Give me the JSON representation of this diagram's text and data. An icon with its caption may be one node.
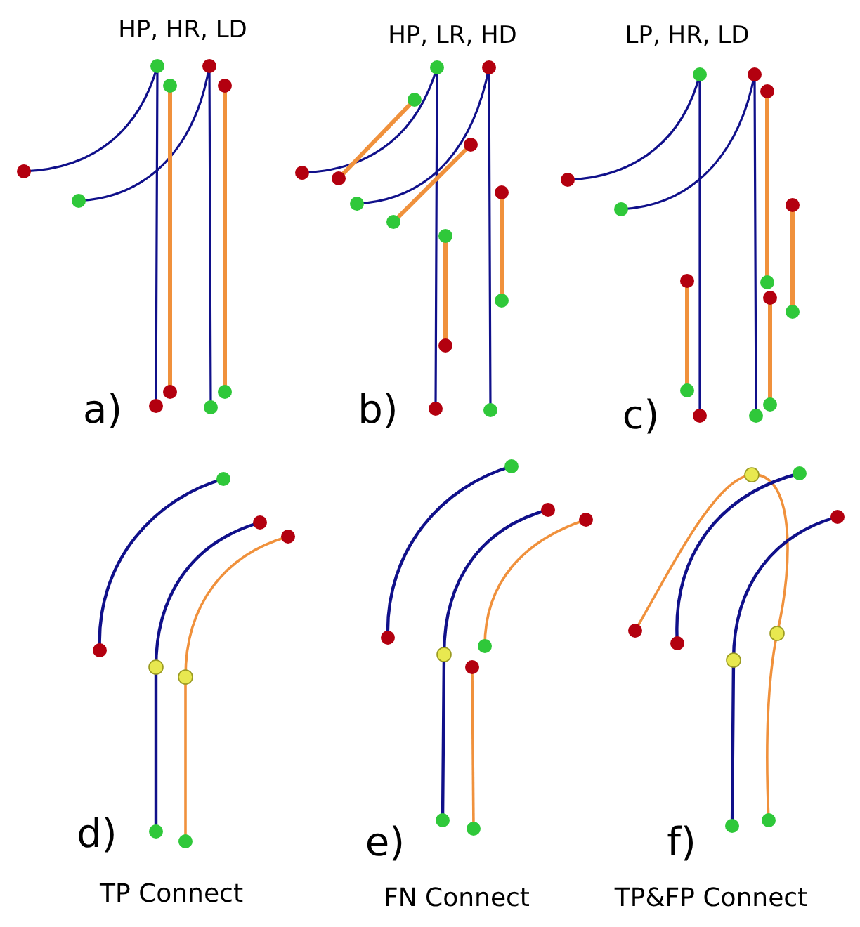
{
  "diagram": {
    "labels": [
      "HP, HR, LD",
      "HP, LR, HD",
      "LP, HR, LD",
      "a)",
      "b)",
      "c)",
      "d)",
      "e)",
      "f)",
      "TP Connect",
      "FN Connect",
      "TP&FP Connect"
    ]
  }
}
